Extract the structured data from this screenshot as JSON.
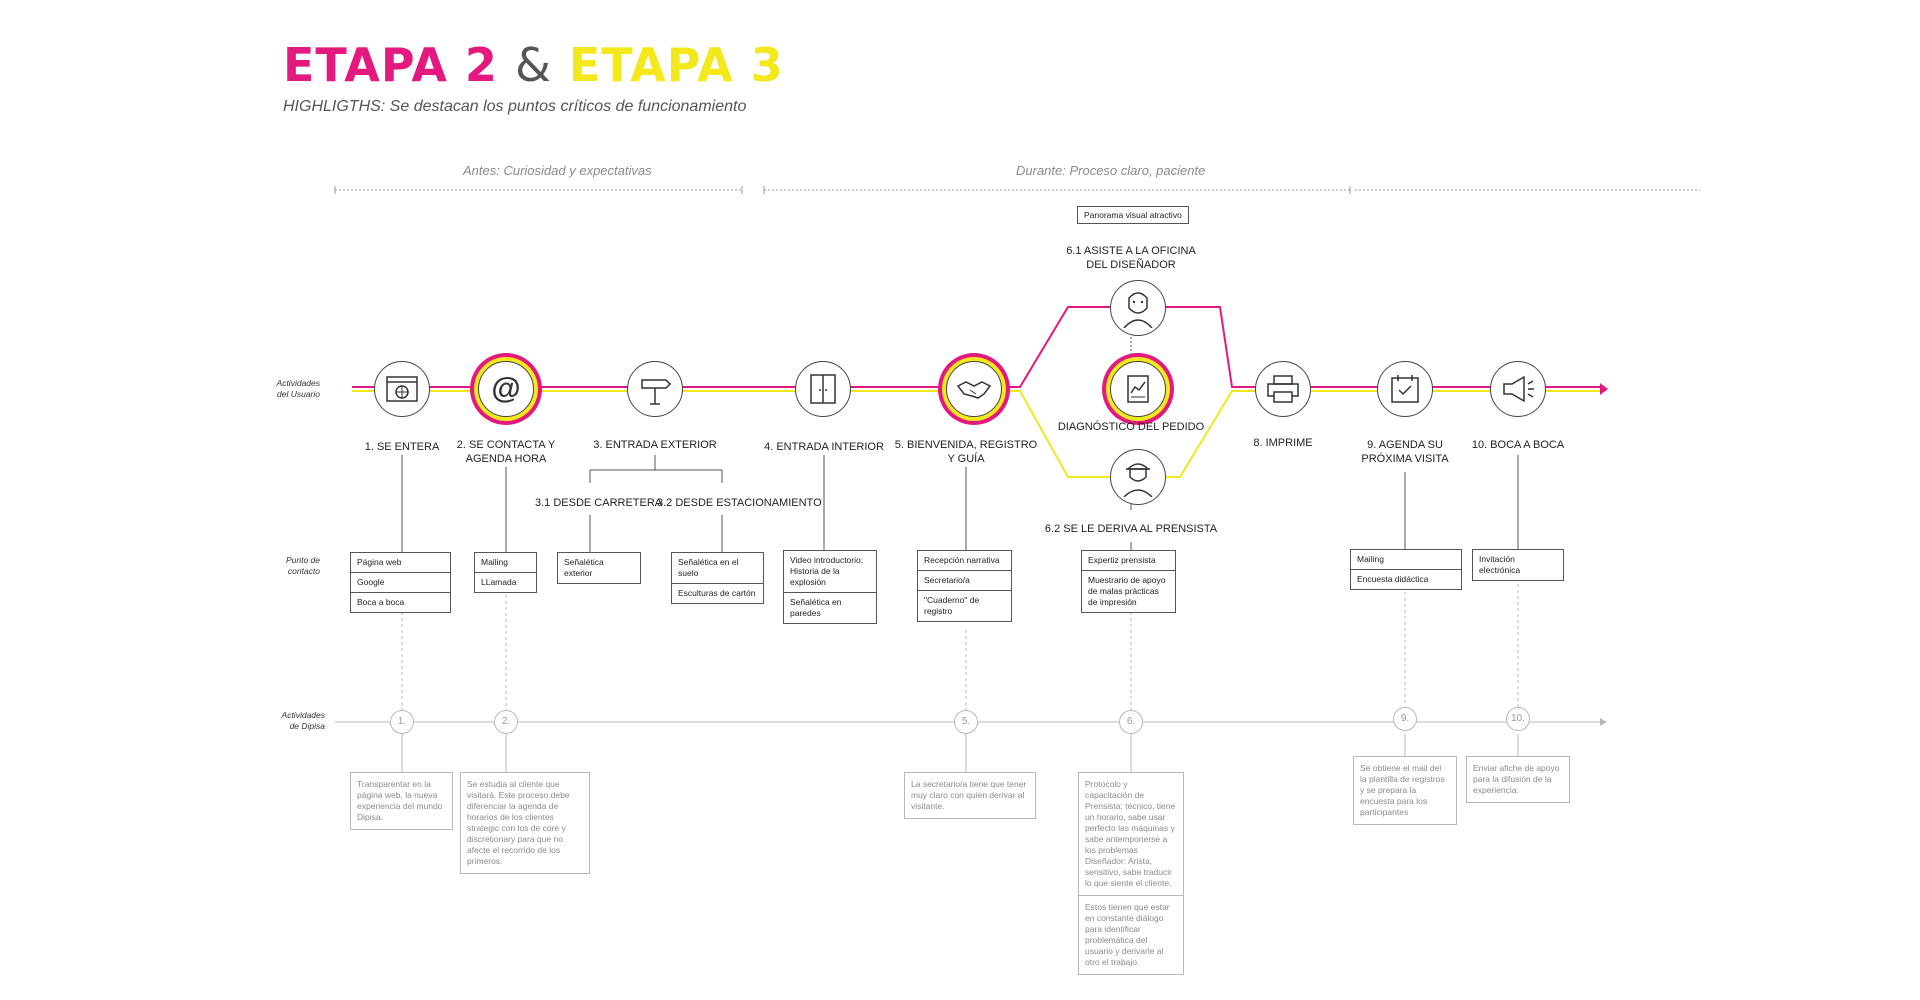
{
  "title": {
    "part1": "ETAPA 2",
    "amp": "&",
    "part2": "ETAPA 3"
  },
  "subtitle": "HIGHLIGTHS: Se destacan los puntos críticos de funcionamiento",
  "phases": {
    "before": "Antes: Curiosidad y expectativas",
    "during": "Durante: Proceso claro, paciente"
  },
  "row_labels": {
    "user": [
      "Actividades",
      "del Usuario"
    ],
    "contact": [
      "Punto de",
      "contacto"
    ],
    "dipisa": [
      "Actividades",
      "de Dipisa"
    ]
  },
  "colors": {
    "magenta": "#e3197f",
    "yellow": "#f2e81c",
    "line": "#555555",
    "dash": "#b9b9b9"
  },
  "steps": [
    {
      "label_1": "1. SE ENTERA",
      "label_2": "",
      "icon": "web-browser-icon"
    },
    {
      "label_1": "2. SE CONTACTA Y",
      "label_2": "AGENDA HORA",
      "icon": "at-sign-icon"
    },
    {
      "label_1": "3. ENTRADA EXTERIOR",
      "label_2": "",
      "icon": "signpost-icon"
    },
    {
      "label_1": "4. ENTRADA INTERIOR",
      "label_2": "",
      "icon": "door-icon"
    },
    {
      "label_1": "5. BIENVENIDA, REGISTRO",
      "label_2": "Y GUÍA",
      "icon": "handshake-icon"
    },
    {
      "label_1": "DIAGNÓSTICO DEL PEDIDO",
      "label_2": "",
      "icon": "document-chart-icon"
    },
    {
      "label_1": "8. IMPRIME",
      "label_2": "",
      "icon": "printer-icon"
    },
    {
      "label_1": "9. AGENDA SU",
      "label_2": "PRÓXIMA VISITA",
      "icon": "calendar-check-icon"
    },
    {
      "label_1": "10. BOCA A BOCA",
      "label_2": "",
      "icon": "megaphone-icon"
    }
  ],
  "branch_top": {
    "label_1": "6.1 ASISTE A LA OFICINA",
    "label_2": "DEL DISEÑADOR",
    "note": "Panorama visual atractivo",
    "icon": "designer-icon"
  },
  "branch_bottom": {
    "label": "6.2 SE LE DERIVA AL PRENSISTA",
    "icon": "worker-helmet-icon"
  },
  "sub_steps": [
    "3.1 DESDE CARRETERA",
    "3.2 DESDE ESTACIONAMIENTO"
  ],
  "contact": {
    "s1": [
      "Página web",
      "Google",
      "Boca a boca"
    ],
    "s2": [
      "Mailing",
      "LLamada"
    ],
    "s31": [
      "Señalética exterior"
    ],
    "s32": [
      "Señalética en el suelo",
      "Esculturas de cartón"
    ],
    "s4": [
      "Video introductorio: Historia de la explosión",
      "Señalética en paredes"
    ],
    "s5": [
      "Recepción narrativa",
      "Secretario/a",
      "\"Cuaderno\" de registro"
    ],
    "s6": [
      "Expertiz prensista",
      "Muestrario de apoyo de malas prácticas de impresión"
    ],
    "s9": [
      "Mailing",
      "Encuesta didáctica"
    ],
    "s10": [
      "Invitación electrónica"
    ]
  },
  "dipisa_numbers": [
    "1.",
    "2.",
    "5.",
    "6.",
    "9.",
    "10."
  ],
  "dipisa": {
    "d1": [
      "Transparentar en la página web, la nueva experiencia del mundo Dipisa."
    ],
    "d2": [
      "Se estudia al cliente que visitará. Este proceso debe diferenciar la agenda de horarios de los clientes strategic con los de core y discretionary para que no afecte el recorrido de los primeros."
    ],
    "d5": [
      "La secretario/a tiene que tener muy claro con quien derivar al visitante."
    ],
    "d6": [
      "Protocolo y capacitación de Prensista: técnico, tiene un horario, sabe usar perfecto las máquinas y sabe antemponerse a los problemas Diseñador: Arista, sensitivo, sabe traducir lo que siente el cliente.",
      "Estos tienen que estar en constante diálogo para identificar problemática del usuario y derivarle al otro el trabajo."
    ],
    "d9": [
      "Se obtiene el mail del la plantilla de registros y se prepara la encuesta para los participantes"
    ],
    "d10": [
      "Enviar afiche de apoyo para la difusión de la experiencia."
    ]
  }
}
